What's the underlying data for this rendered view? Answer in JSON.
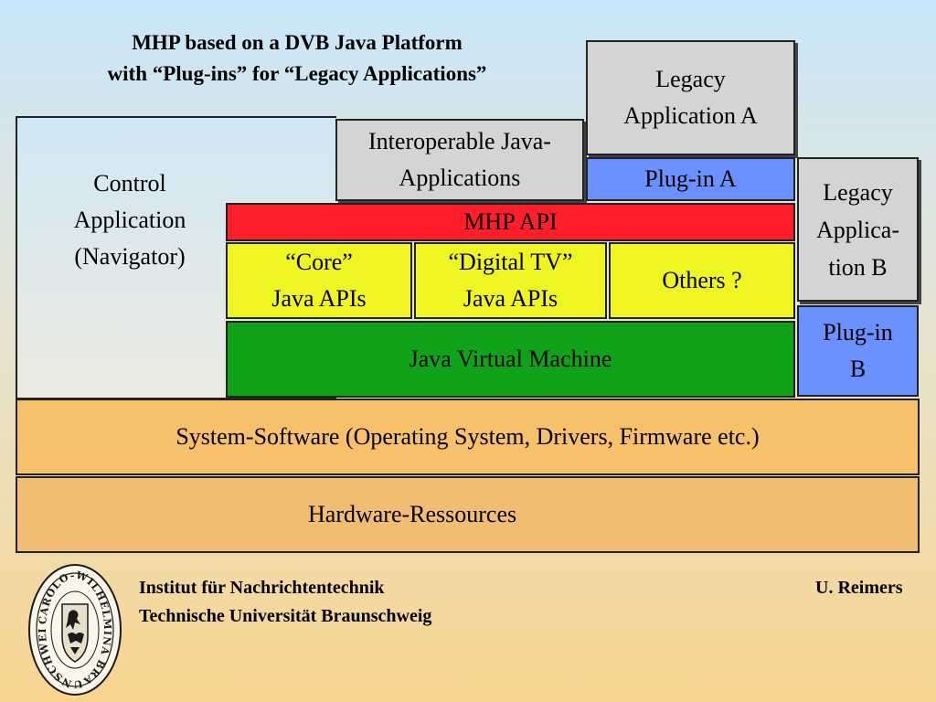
{
  "title": {
    "line1": "MHP based on a DVB Java Platform",
    "line2": "with “Plug-ins” for “Legacy Applications”"
  },
  "boxes": {
    "control_app": [
      "Control",
      "Application",
      "(Navigator)"
    ],
    "interoperable": [
      "Interoperable Java-",
      "Applications"
    ],
    "legacy_a": [
      "Legacy",
      "Application A"
    ],
    "plugin_a": "Plug-in A",
    "legacy_b": [
      "Legacy",
      "Applica-",
      "tion B"
    ],
    "plugin_b": [
      "Plug-in",
      "B"
    ],
    "mhp_api": "MHP API",
    "core_apis": [
      "“Core”",
      "Java APIs"
    ],
    "digital_tv_apis": [
      "“Digital TV”",
      "Java APIs"
    ],
    "others": "Others ?",
    "jvm": "Java Virtual Machine",
    "system_software": "System-Software (Operating System, Drivers, Firmware etc.)",
    "hardware": "Hardware-Ressources"
  },
  "footer": {
    "institute": "Institut für Nachrichtentechnik",
    "university": "Technische Universität Braunschweig",
    "author": "U. Reimers"
  },
  "seal": {
    "icon": "university-seal-icon",
    "text": "CAROLO-WILHELMINA BRAUNSCHWEIG"
  },
  "colors": {
    "legacy_box": "#d4d4d4",
    "plugin_box": "#6b90ff",
    "mhp_api": "#ff1f2a",
    "java_apis": "#eef522",
    "jvm": "#10a218",
    "system_software": "#f7c06a",
    "hardware": "#f0bd72"
  }
}
